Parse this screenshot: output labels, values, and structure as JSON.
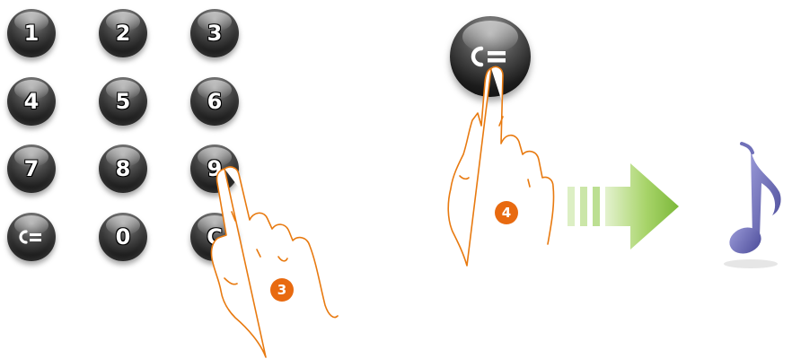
{
  "keypad": {
    "keys": [
      {
        "label": "1"
      },
      {
        "label": "2"
      },
      {
        "label": "3"
      },
      {
        "label": "4"
      },
      {
        "label": "5"
      },
      {
        "label": "6"
      },
      {
        "label": "7"
      },
      {
        "label": "8"
      },
      {
        "label": "9"
      },
      {
        "icon": "key-icon"
      },
      {
        "label": "0"
      },
      {
        "label": "C"
      }
    ]
  },
  "steps": {
    "step_3": "3",
    "step_4": "4"
  },
  "icons": {
    "unlock_key": "key-icon",
    "arrow": "arrow-right-icon",
    "result": "music-note-icon"
  },
  "colors": {
    "step_badge": "#e86a10",
    "arrow_green": "#8bc34a",
    "note_purple": "#6a6ab0",
    "hand_outline": "#e87a10"
  }
}
